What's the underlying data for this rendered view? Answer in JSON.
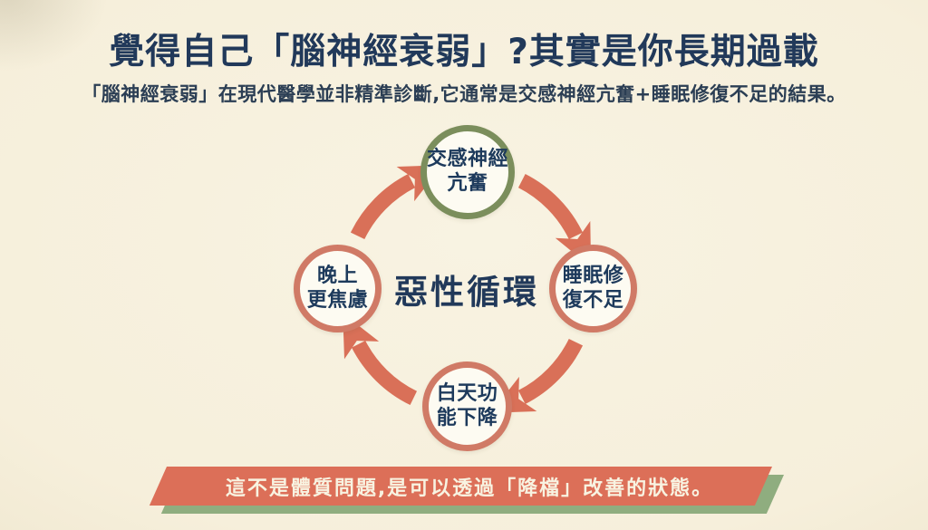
{
  "header": {
    "title": "覺得自己「腦神經衰弱」?其實是你長期過載",
    "subtitle": "「腦神經衰弱」在現代醫學並非精準診斷,它通常是交感神經亢奮+睡眠修復不足的結果。"
  },
  "cycle": {
    "center_label": "惡性循環",
    "direction": "clockwise",
    "arrow_color": "#d97058",
    "nodes": [
      {
        "id": "sympathetic-overdrive",
        "position": "top",
        "line1": "交感神經",
        "line2": "亢奮",
        "border_color": "#7b8e5c"
      },
      {
        "id": "sleep-repair-deficit",
        "position": "right",
        "line1": "睡眠修",
        "line2": "復不足",
        "border_color": "#d07a66"
      },
      {
        "id": "daytime-function-decline",
        "position": "bottom",
        "line1": "白天功",
        "line2": "能下降",
        "border_color": "#d07a66"
      },
      {
        "id": "night-anxiety",
        "position": "left",
        "line1": "晚上",
        "line2": "更焦慮",
        "border_color": "#d07a66"
      }
    ]
  },
  "footer": {
    "banner_text": "這不是體質問題,是可以透過「降檔」改善的狀態。",
    "banner_color": "#dc6f58",
    "banner_shadow_color": "#8fad7f",
    "banner_text_color": "#f8f3e1"
  },
  "colors": {
    "background": "#f7f1de",
    "heading_text": "#21395a",
    "node_text": "#1d3a5c",
    "node_fill": "#fdfbf2"
  }
}
